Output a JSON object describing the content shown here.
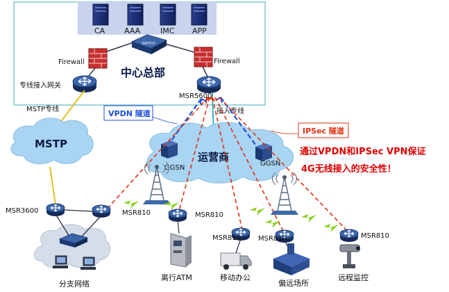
{
  "servers": {
    "ca": "CA",
    "aaa": "AAA",
    "imc": "IMC",
    "app": "APP"
  },
  "hq": {
    "firewall_left": "Firewall",
    "firewall_right": "Firewall",
    "title": "中心总部",
    "router_left": "专线接入网关",
    "router_main": "MSR5600"
  },
  "links": {
    "mstp_line": "MSTP专线",
    "access_line": "接入专线",
    "vpdn_tunnel": "VPDN 隧道",
    "ipsec_tunnel": "IPSec 隧道"
  },
  "clouds": {
    "mstp": "MSTP",
    "carrier": "运营商",
    "ggsn_left": "GGSN",
    "ggsn_right": "GGSN"
  },
  "sites": {
    "msr3600": "MSR3600",
    "msr810_a": "MSR810",
    "msr810_b": "MSR810",
    "msr810_c": "MSR810",
    "msr810_d": "MSR810",
    "branch": "分支网络",
    "atm": "离行ATM",
    "mobile": "移动办公",
    "remote": "偏远场所",
    "monitor": "远程监控"
  },
  "callout": {
    "line1": "通过VPDN和IPSec VPN保证",
    "line2": "4G无线接入的安全性！"
  },
  "colors": {
    "hq_box_border": "#7ec8d0",
    "server_panel": "#c9d3ee",
    "cloud": "#a9d4f2",
    "router": "#1f3f7a",
    "vpdn": "#1f4fd6",
    "ipsec": "#e03010",
    "wireless": "#8ad020",
    "callout_text": "#e00000"
  }
}
